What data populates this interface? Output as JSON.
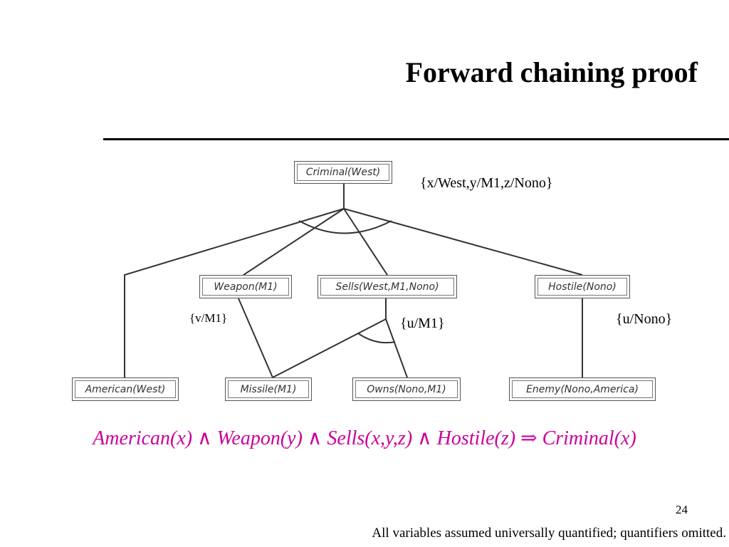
{
  "slide": {
    "title": "Forward chaining proof",
    "page_number": "24",
    "footnote": "All variables assumed universally quantified; quantifiers omitted."
  },
  "diagram": {
    "nodes": {
      "criminal": "Criminal(West)",
      "weapon": "Weapon(M1)",
      "sells": "Sells(West,M1,Nono)",
      "hostile": "Hostile(Nono)",
      "american": "American(West)",
      "missile": "Missile(M1)",
      "owns": "Owns(Nono,M1)",
      "enemy": "Enemy(Nono,America)"
    },
    "substitutions": {
      "top": "{x/West,y/M1,z/Nono}",
      "weapon": "{v/M1}",
      "sells": "{u/M1}",
      "hostile": "{u/Nono}"
    }
  },
  "rule": {
    "parts": [
      "American(x)",
      "Weapon(y)",
      "Sells(x,y,z)",
      "Hostile(z)",
      "Criminal(x)"
    ],
    "and_symbol": "∧",
    "implies_symbol": "⇒",
    "color": "#cc0099"
  }
}
